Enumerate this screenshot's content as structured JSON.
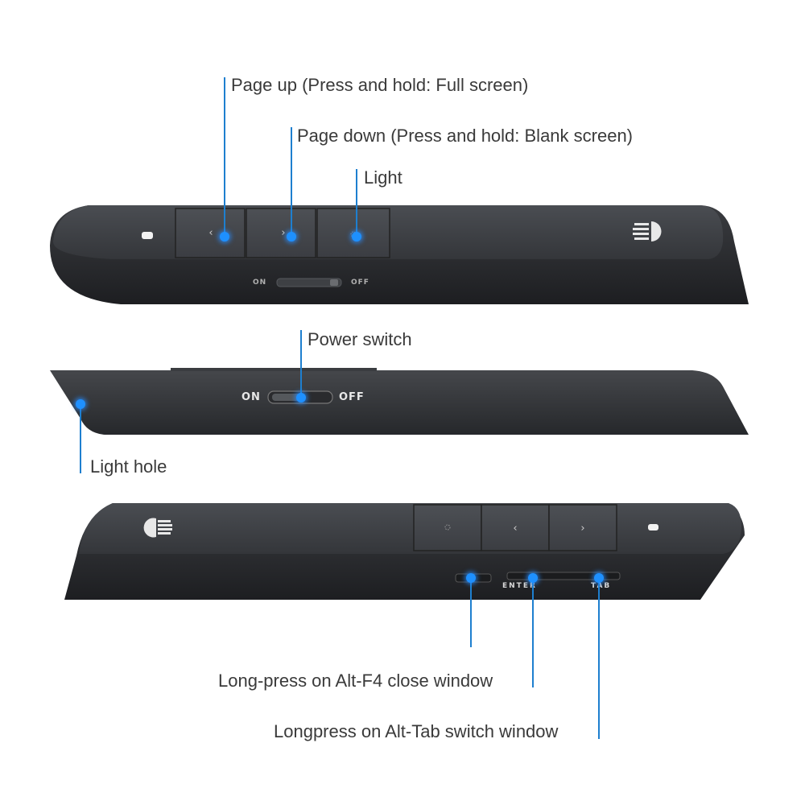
{
  "callouts": {
    "page_up": "Page up (Press and hold: Full screen)",
    "page_down": "Page down (Press and hold: Blank screen)",
    "light": "Light",
    "power_switch": "Power switch",
    "light_hole": "Light hole",
    "alt_f4": "Long-press on Alt-F4 close window",
    "alt_tab": "Longpress on Alt-Tab switch window"
  },
  "device_labels": {
    "on": "ON",
    "off": "OFF",
    "enter": "ENTER",
    "tab": "TAB"
  },
  "colors": {
    "accent": "#1e7fcf",
    "glow": "#1e90ff",
    "device_body": "#2b2d30",
    "text": "#3a3a3a"
  }
}
